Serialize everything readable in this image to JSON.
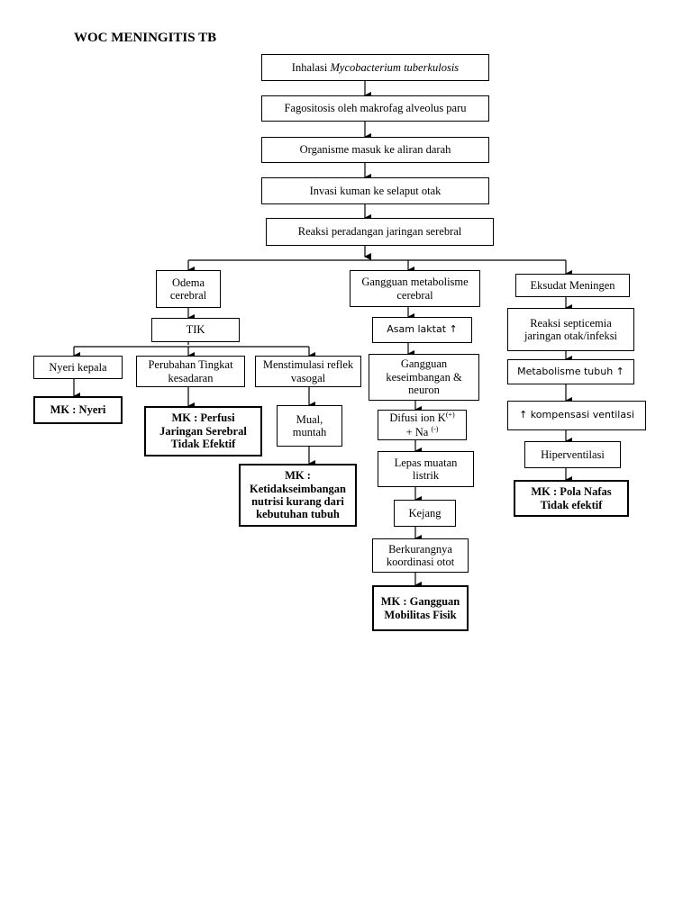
{
  "title": "WOC MENINGITIS TB",
  "nodes": {
    "inhalasi": {
      "prefix": "Inhalasi ",
      "italic": "Mycobacterium tuberkulosis"
    },
    "fagositosis": "Fagositosis oleh makrofag alveolus paru",
    "organisme": "Organisme masuk ke aliran darah",
    "invasi": "Invasi kuman ke selaput otak",
    "reaksi": "Reaksi peradangan jaringan serebral",
    "odema": "Odema cerebral",
    "tik": "TIK",
    "nyeri_kepala": "Nyeri kepala",
    "mk_nyeri": "MK : Nyeri",
    "perubahan": "Perubahan Tingkat kesadaran",
    "mk_perfusi": "MK : Perfusi Jaringan Serebral Tidak Efektif",
    "menstimulasi": "Menstimulasi reflek vasogal",
    "mual": "Mual, muntah",
    "mk_nutrisi": "MK : Ketidakseimbangan nutrisi kurang dari kebutuhan tubuh",
    "gangguan_metabolisme": "Gangguan metabolisme cerebral",
    "asam_laktat": "Asam laktat ↑",
    "gangguan_keseimbangan": "Gangguan keseimbangan & neuron",
    "difusi": {
      "line1a": "Difusi ion K",
      "sup1": "(+)",
      "line2a": "+ Na ",
      "sup2": "(-)"
    },
    "lepas": "Lepas muatan listrik",
    "kejang": "Kejang",
    "berkurang": "Berkurangnya koordinasi otot",
    "mk_mobilitas": "MK : Gangguan Mobilitas Fisik",
    "eksudat": "Eksudat Meningen",
    "septicemia": "Reaksi septicemia jaringan otak/infeksi",
    "metabolisme_tubuh": "Metabolisme tubuh ↑",
    "kompensasi": "↑ kompensasi ventilasi",
    "hiperventilasi": "Hiperventilasi",
    "mk_pola": "MK : Pola Nafas Tidak efektif"
  }
}
